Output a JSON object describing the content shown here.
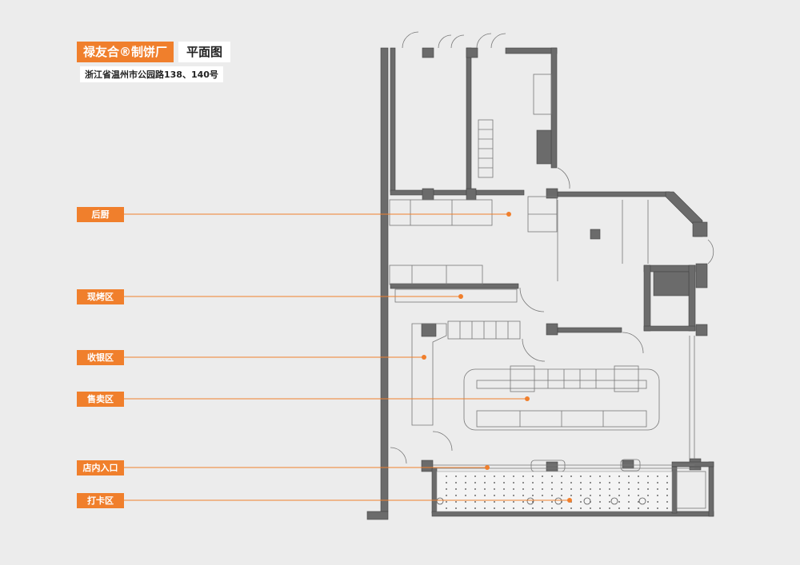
{
  "header": {
    "brand": "禄友合®制饼厂",
    "plan_label": "平面图",
    "address": "浙江省温州市公园路138、140号"
  },
  "zones": [
    {
      "key": "back-kitchen",
      "label": "后厨"
    },
    {
      "key": "baking",
      "label": "现烤区"
    },
    {
      "key": "cashier",
      "label": "收银区"
    },
    {
      "key": "sales",
      "label": "售卖区"
    },
    {
      "key": "entrance",
      "label": "店内入口"
    },
    {
      "key": "photo",
      "label": "打卡区"
    }
  ],
  "colors": {
    "accent": "#f07f2c",
    "wall": "#6b6b6b",
    "background": "#ececec"
  }
}
